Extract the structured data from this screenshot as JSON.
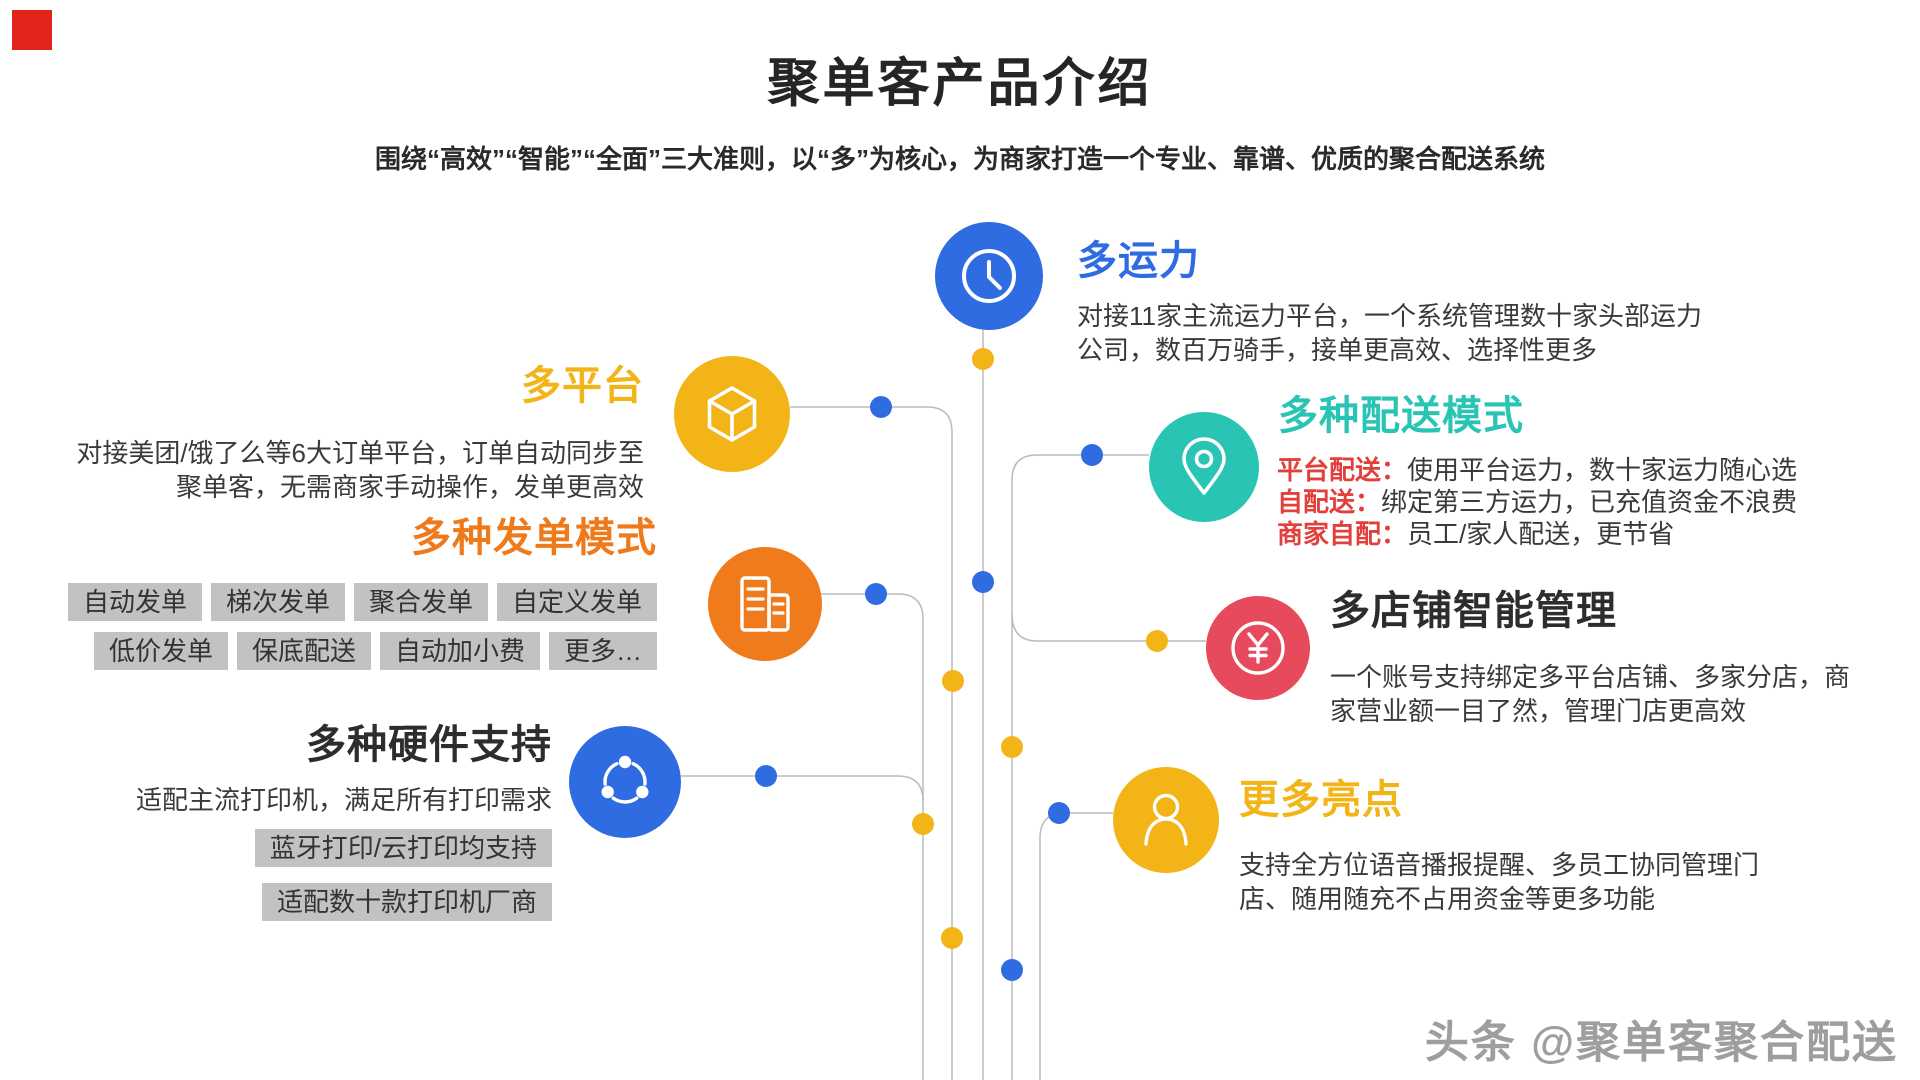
{
  "page": {
    "title": "聚单客产品介绍",
    "subtitle": "围绕“高效”“智能”“全面”三大准则，以“多”为核心，为商家打造一个专业、靠谱、优质的聚合配送系统"
  },
  "nodes": [
    {
      "id": "multi-capacity",
      "icon": "clock-icon",
      "title": "多运力",
      "body": "对接11家主流运力平台，一个系统管理数十家头部运力\n公司，数百万骑手，接单更高效、选择性更多"
    },
    {
      "id": "multi-platform",
      "icon": "package-icon",
      "title": "多平台",
      "body": "对接美团/饿了么等6大订单平台，订单自动同步至\n聚单客，无需商家手动操作，发单更高效"
    },
    {
      "id": "multi-dispatch-modes",
      "icon": "building-icon",
      "title": "多种发单模式",
      "chips_row1": [
        "自动发单",
        "梯次发单",
        "聚合发单",
        "自定义发单"
      ],
      "chips_row2": [
        "低价发单",
        "保底配送",
        "自动加小费",
        "更多…"
      ]
    },
    {
      "id": "multi-hardware",
      "icon": "share-icon",
      "title": "多种硬件支持",
      "body": "适配主流打印机，满足所有打印需求",
      "chips": [
        "蓝牙打印/云打印均支持",
        "适配数十款打印机厂商"
      ]
    },
    {
      "id": "multi-delivery-modes",
      "icon": "pin-icon",
      "title": "多种配送模式",
      "lines": [
        {
          "label": "平台配送：",
          "text": "使用平台运力，数十家运力随心选"
        },
        {
          "label": "自配送：",
          "text": "绑定第三方运力，已充值资金不浪费"
        },
        {
          "label": "商家自配：",
          "text": "员工/家人配送，更节省"
        }
      ]
    },
    {
      "id": "multi-store",
      "icon": "yuan-icon",
      "title": "多店铺智能管理",
      "body": "一个账号支持绑定多平台店铺、多家分店，商\n家营业额一目了然，管理门店更高效"
    },
    {
      "id": "more-highlights",
      "icon": "person-icon",
      "title": "更多亮点",
      "body": "支持全方位语音播报提醒、多员工协同管理门\n店、随用随充不占用资金等更多功能"
    }
  ],
  "watermark": {
    "text": "头条 @聚单客聚合配送"
  },
  "colors": {
    "blue": "#2f6ce2",
    "yellow": "#f3b417",
    "orange": "#ef7b1d",
    "teal": "#29c4b4",
    "rose": "#e64a5c",
    "red_label": "#e2403c",
    "connector_line": "#bbbbbb",
    "chip_bg": "#c2c2c2",
    "text_dark": "#333333",
    "watermark_gray": "#9e9e9e",
    "corner_mark_red": "#e2251b"
  }
}
